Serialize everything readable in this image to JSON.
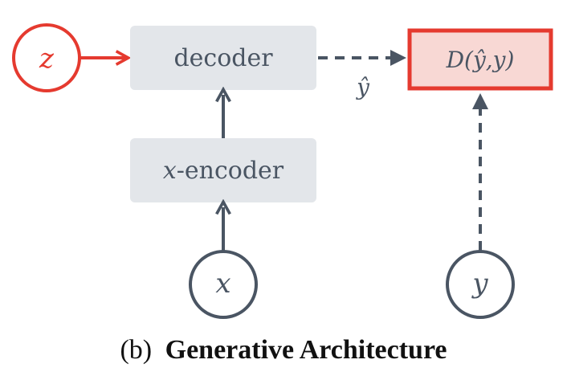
{
  "nodes": {
    "z": "z",
    "decoder": "decoder",
    "x_encoder_var": "x",
    "x_encoder_rest": "-encoder",
    "x": "x",
    "y": "y",
    "distance": "D(ŷ,y)",
    "y_hat": "ŷ"
  },
  "caption": {
    "prefix": "(b)",
    "title": "Generative Architecture"
  },
  "colors": {
    "accent_red": "#e53a2f",
    "slate": "#4a5563",
    "box_fill": "#e3e6ea",
    "distance_fill": "#f8d8d4"
  }
}
